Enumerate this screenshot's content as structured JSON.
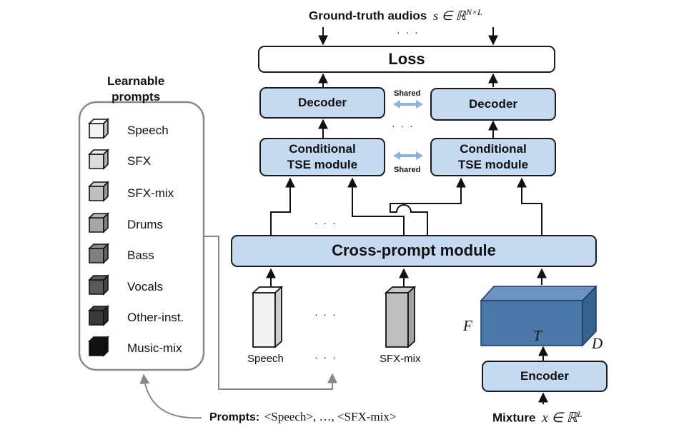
{
  "top": {
    "ground_truth_label": "Ground-truth audios",
    "ground_truth_math": "s ∈ ℝ",
    "ground_truth_sup": "N×L",
    "dots": "· · ·"
  },
  "loss_label": "Loss",
  "decoder_label": "Decoder",
  "shared_label": "Shared",
  "tse_line1": "Conditional",
  "tse_line2": "TSE module",
  "cross_prompt_label": "Cross-prompt module",
  "encoder_label": "Encoder",
  "mixture": {
    "label": "Mixture",
    "math": "x ∈ ℝ",
    "sup": "L"
  },
  "dims": {
    "f": "F",
    "t": "T",
    "d": "D"
  },
  "prompt_columns": [
    {
      "label": "Speech",
      "color": "#f2f2f2"
    },
    {
      "label": "SFX-mix",
      "color": "#bfbfbf"
    }
  ],
  "learnable_prompts": {
    "title_line1": "Learnable",
    "title_line2": "prompts",
    "items": [
      {
        "label": "Speech",
        "color": "#f2f2f2"
      },
      {
        "label": "SFX",
        "color": "#dcdcdc"
      },
      {
        "label": "SFX-mix",
        "color": "#bfbfbf"
      },
      {
        "label": "Drums",
        "color": "#a6a6a6"
      },
      {
        "label": "Bass",
        "color": "#808080"
      },
      {
        "label": "Vocals",
        "color": "#595959"
      },
      {
        "label": "Other-inst.",
        "color": "#3a3a3a"
      },
      {
        "label": "Music-mix",
        "color": "#111111"
      }
    ]
  },
  "prompts_bottom": {
    "label": "Prompts:",
    "text": "<Speech>, …, <SFX-mix>"
  },
  "colors": {
    "module_fill": "#c5d9f1",
    "tensor_front": "#4a78ab",
    "tensor_top": "#6b94c3",
    "tensor_side": "#34618f",
    "arrow_blue": "#8db3e2"
  }
}
